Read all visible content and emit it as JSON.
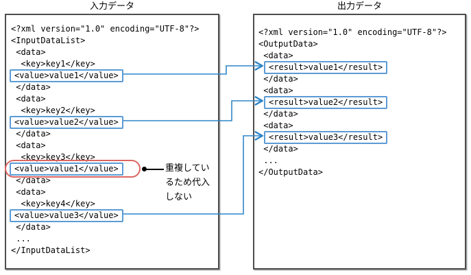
{
  "input_panel": {
    "title": "入力データ",
    "lines": [
      "<?xml version=\"1.0\" encoding=\"UTF-8\"?>",
      "<InputDataList>",
      " <data>",
      "  <key>key1</key>",
      "<value>value1</value>",
      " </data>",
      " <data>",
      "  <key>key2</key>",
      "<value>value2</value>",
      " </data>",
      " <data>",
      "  <key>key3</key>",
      "<value>value1</value>",
      " </data>",
      " <data>",
      "  <key>key4</key>",
      "<value>value3</value>",
      " </data>",
      " ...",
      "</InputDataList>"
    ]
  },
  "output_panel": {
    "title": "出力データ",
    "lines": [
      "<?xml version=\"1.0\" encoding=\"UTF-8\"?>",
      "<OutputData>",
      " <data>",
      "<result>value1</result>",
      " </data>",
      " <data>",
      "<result>value2</result>",
      " </data>",
      " <data>",
      "<result>value3</result>",
      " </data>",
      " ...",
      "</OutputData>"
    ]
  },
  "annotation": {
    "text": "重複してい\nるため代入\nしない"
  },
  "colors": {
    "value_box_border": "#5b9bd5",
    "arrow": "#2f86c8",
    "duplicate_ellipse": "#dc6661",
    "panel_border": "#4d4d4d"
  }
}
